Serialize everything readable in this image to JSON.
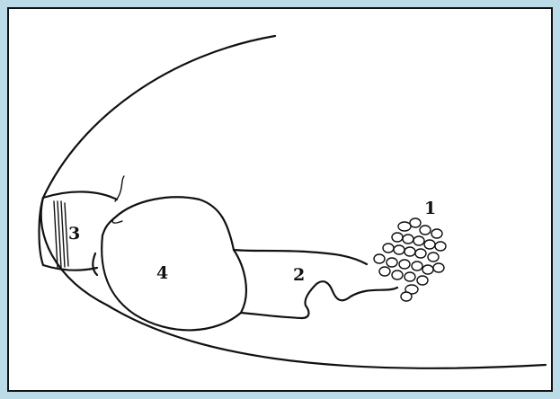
{
  "labels": {
    "l1": "1",
    "l2": "2",
    "l3": "3",
    "l4": "4"
  },
  "colors": {
    "background": "#bcdbe8",
    "panel": "#ffffff",
    "ink": "#111111"
  }
}
